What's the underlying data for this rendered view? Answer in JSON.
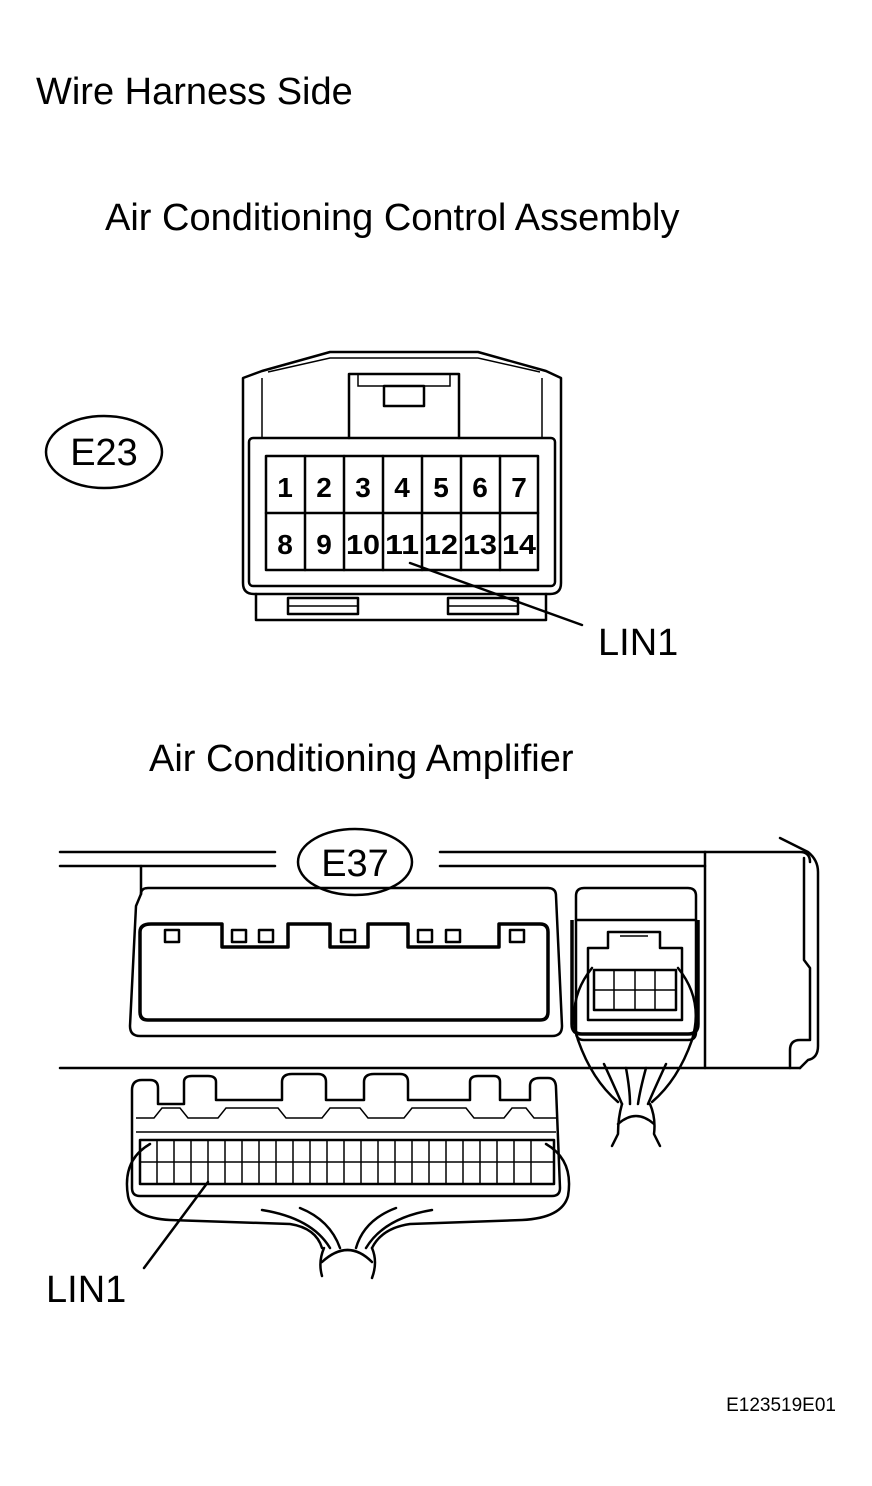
{
  "heading": "Wire Harness Side",
  "connector_top": {
    "title": "Air Conditioning Control Assembly",
    "code": "E23",
    "pins_row1": [
      "1",
      "2",
      "3",
      "4",
      "5",
      "6",
      "7"
    ],
    "pins_row2": [
      "8",
      "9",
      "10",
      "11",
      "12",
      "13",
      "14"
    ],
    "callout": "LIN1"
  },
  "connector_bottom": {
    "title": "Air Conditioning Amplifier",
    "code": "E37",
    "callout": "LIN1"
  },
  "figure_code": "E123519E01"
}
